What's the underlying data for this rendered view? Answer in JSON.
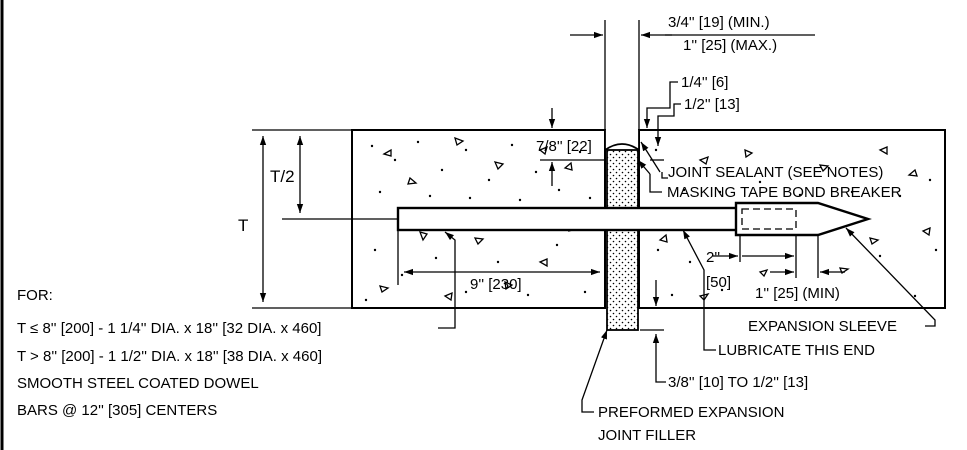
{
  "dims": {
    "gap_top": "3/4'' [19] (MIN.)",
    "gap_bottom": "1'' [25] (MAX.)",
    "quarter": "1/4'' [6]",
    "half": "1/2'' [13]",
    "seven_eighths": "7/8'' [22]",
    "half_thickness": "T/2",
    "thickness": "T",
    "embed": "9'' [230]",
    "two_inch_top": "2''",
    "two_inch_bottom": "[50]",
    "one_inch_min": "1'' [25] (MIN)",
    "recess": "3/8'' [10] TO 1/2'' [13]"
  },
  "callouts": {
    "sealant": "JOINT SEALANT (SEE NOTES)",
    "tape": "MASKING TAPE BOND BREAKER",
    "sleeve": "EXPANSION SLEEVE",
    "lubricate": "LUBRICATE THIS END",
    "filler_1": "PREFORMED EXPANSION",
    "filler_2": "JOINT FILLER"
  },
  "notes": {
    "heading": "FOR:",
    "line1": "T ≤ 8'' [200] - 1 1/4'' DIA. x 18'' [32 DIA. x 460]",
    "line2": "T > 8'' [200] - 1 1/2'' DIA. x 18'' [38 DIA. x 460]",
    "line3": "SMOOTH STEEL COATED DOWEL",
    "line4": "BARS @ 12'' [305] CENTERS"
  }
}
